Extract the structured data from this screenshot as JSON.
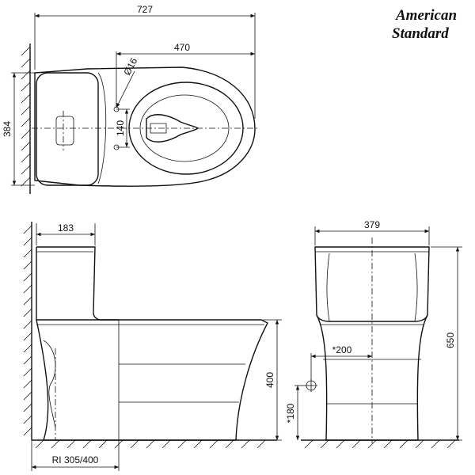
{
  "brand": {
    "line1": "American",
    "line2": "Standard"
  },
  "top_view": {
    "overall_length": "727",
    "bowl_length": "470",
    "width": "384",
    "pipe_diameter": "Ø16",
    "pipe_spacing": "140"
  },
  "side_view": {
    "tank_depth": "183",
    "height": "400",
    "rough_in": "RI 305/400"
  },
  "front_view": {
    "width": "379",
    "total_height": "650",
    "supply_offset": "*200",
    "supply_height": "*180"
  }
}
